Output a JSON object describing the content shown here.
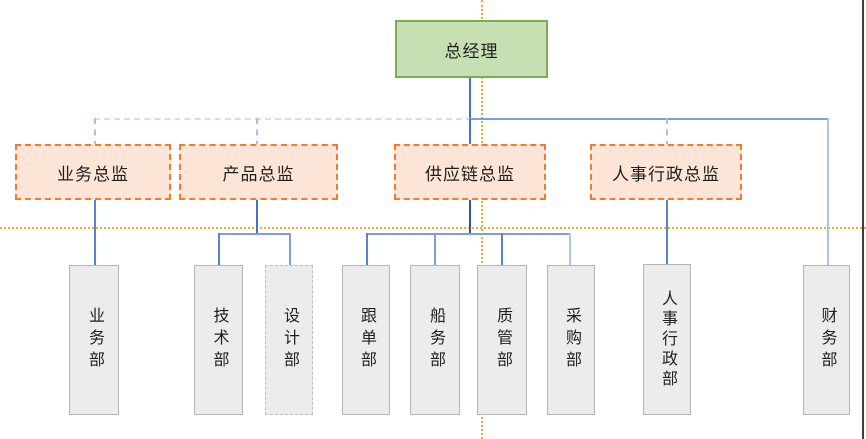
{
  "org_chart": {
    "root": {
      "label": "总经理",
      "border": "solid",
      "fill": "#c6e0b4",
      "border_color": "#7dab58"
    },
    "directors": [
      {
        "label": "业务总监",
        "border": "dashed",
        "reports_to": "总经理"
      },
      {
        "label": "产品总监",
        "border": "dashed",
        "reports_to": "总经理"
      },
      {
        "label": "供应链总监",
        "border": "dashed",
        "reports_to": "总经理"
      },
      {
        "label": "人事行政总监",
        "border": "dashed",
        "reports_to": "总经理"
      }
    ],
    "departments": [
      {
        "label": "业务部",
        "border": "solid",
        "reports_to": "业务总监"
      },
      {
        "label": "技术部",
        "border": "solid",
        "reports_to": "产品总监"
      },
      {
        "label": "设计部",
        "border": "dashed",
        "reports_to": "产品总监"
      },
      {
        "label": "跟单部",
        "border": "solid",
        "reports_to": "供应链总监"
      },
      {
        "label": "船务部",
        "border": "solid",
        "reports_to": "供应链总监"
      },
      {
        "label": "质管部",
        "border": "solid",
        "reports_to": "供应链总监"
      },
      {
        "label": "采购部",
        "border": "solid",
        "reports_to": "供应链总监"
      },
      {
        "label": "人事行政部",
        "border": "solid",
        "reports_to": "人事行政总监"
      },
      {
        "label": "财务部",
        "border": "solid",
        "reports_to": "总经理"
      }
    ],
    "colors": {
      "director_fill": "#fce4d6",
      "director_border": "#ed7d31",
      "dept_fill": "#ececec",
      "dept_border": "#b5b5b5",
      "connector_dark": "#4472c4",
      "connector_mid": "#7f9ed6",
      "connector_light": "#aec3e8",
      "guide_orange": "#f3a73f"
    }
  }
}
